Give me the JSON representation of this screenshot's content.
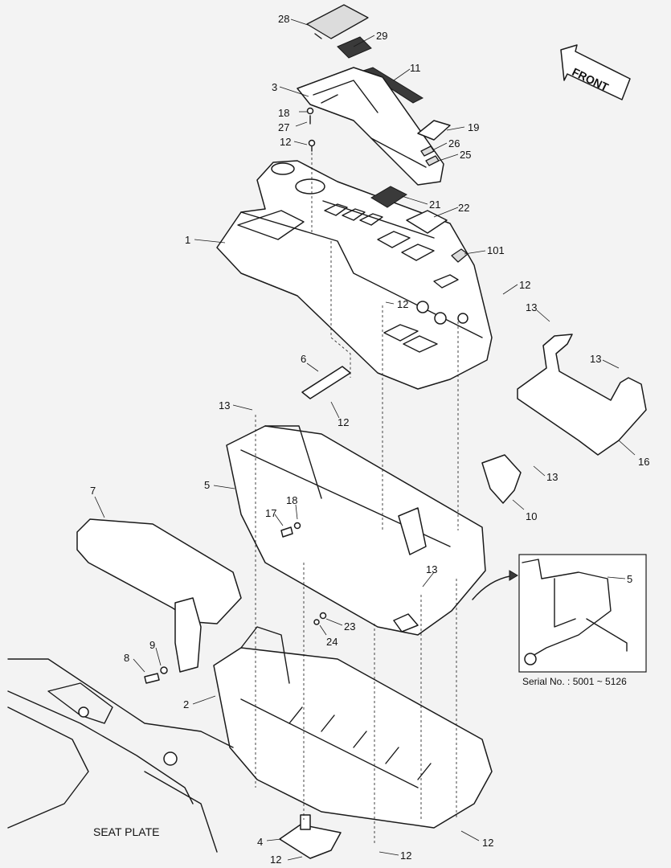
{
  "diagram": {
    "part_labels": [
      "28",
      "29",
      "11",
      "3",
      "18",
      "27",
      "19",
      "12",
      "26",
      "25",
      "21",
      "22",
      "1",
      "101",
      "12",
      "12",
      "13",
      "13",
      "6",
      "12",
      "13",
      "16",
      "5",
      "7",
      "18",
      "17",
      "13",
      "10",
      "13",
      "5",
      "23",
      "24",
      "9",
      "8",
      "2",
      "4",
      "12",
      "12",
      "12"
    ],
    "direction_label": "FRONT",
    "inset_caption": "Serial No. : 5001 ~ 5126",
    "context_label": "SEAT PLATE"
  }
}
